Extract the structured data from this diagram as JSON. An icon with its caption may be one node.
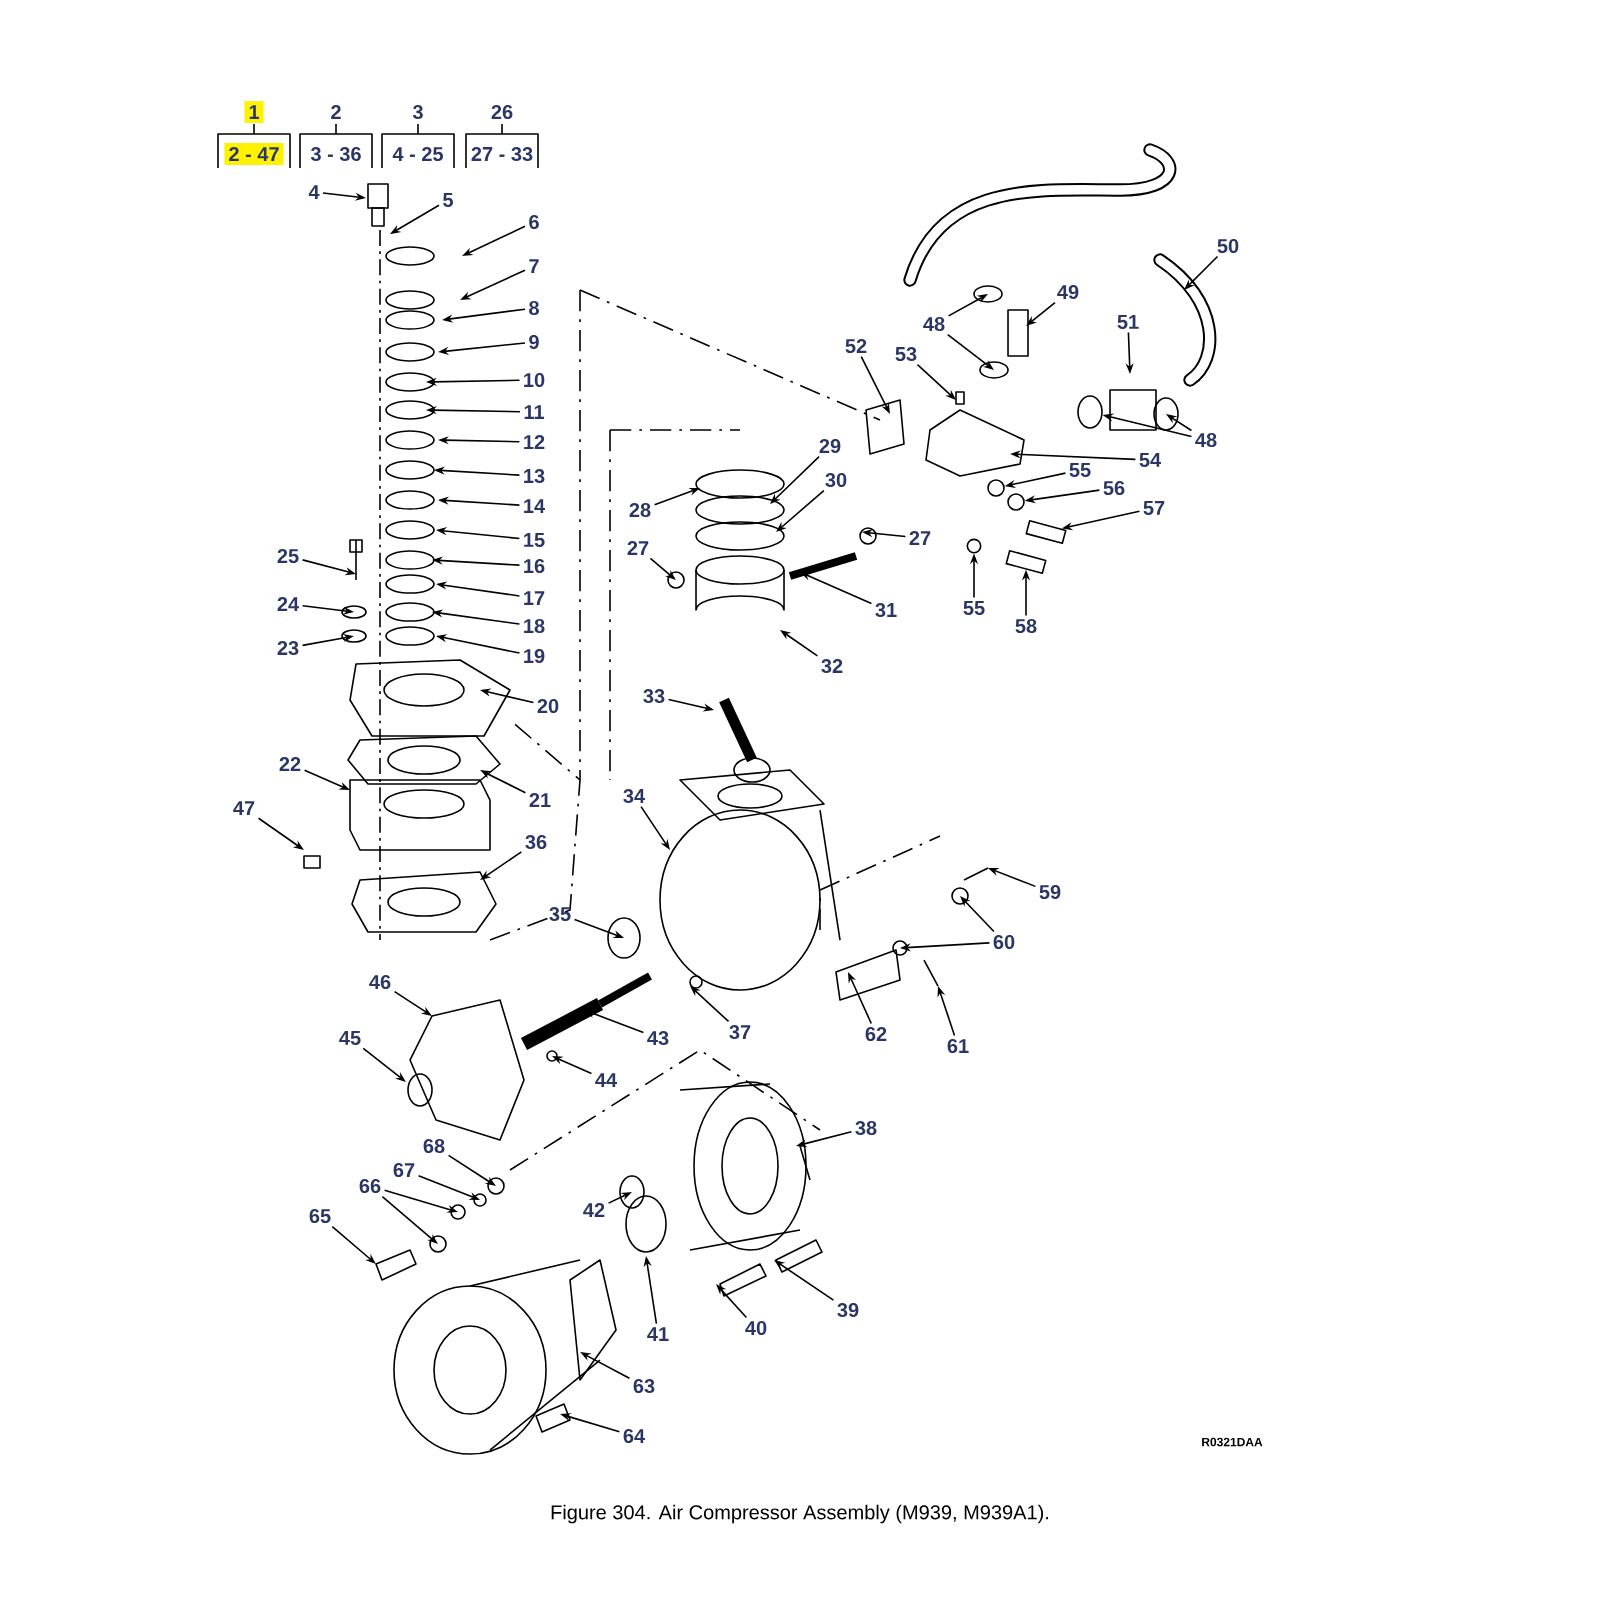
{
  "diagram": {
    "caption": "Figure 304.   Air Compressor Assembly (M939, M939A1).",
    "nodes": [
      {
        "text": [
          "4"
        ]
      },
      {
        "text": [
          "5"
        ]
      },
      {
        "text": [
          "6"
        ]
      },
      {
        "text": [
          "7"
        ]
      },
      {
        "text": [
          "8"
        ]
      },
      {
        "text": [
          "9"
        ]
      },
      {
        "text": [
          "10"
        ]
      },
      {
        "text": [
          "11"
        ]
      },
      {
        "text": [
          "12"
        ]
      },
      {
        "text": [
          "13"
        ]
      },
      {
        "text": [
          "14"
        ]
      },
      {
        "text": [
          "15"
        ]
      },
      {
        "text": [
          "16"
        ]
      },
      {
        "text": [
          "17"
        ]
      },
      {
        "text": [
          "18"
        ]
      },
      {
        "text": [
          "19"
        ]
      },
      {
        "text": [
          "25"
        ]
      },
      {
        "text": [
          "24"
        ]
      },
      {
        "text": [
          "23"
        ]
      },
      {
        "text": [
          "20"
        ]
      },
      {
        "text": [
          "22"
        ]
      },
      {
        "text": [
          "21"
        ]
      },
      {
        "text": [
          "47"
        ]
      },
      {
        "text": [
          "36"
        ]
      },
      {
        "text": [
          "48"
        ]
      },
      {
        "text": [
          "49"
        ]
      },
      {
        "text": [
          "50"
        ]
      },
      {
        "text": [
          "52"
        ]
      },
      {
        "text": [
          "53"
        ]
      },
      {
        "text": [
          "51"
        ]
      },
      {
        "text": [
          "48"
        ]
      },
      {
        "text": [
          "29"
        ]
      },
      {
        "text": [
          "30"
        ]
      },
      {
        "text": [
          "28"
        ]
      },
      {
        "text": [
          "54"
        ]
      },
      {
        "text": [
          "55"
        ]
      },
      {
        "text": [
          "56"
        ]
      },
      {
        "text": [
          "27"
        ]
      },
      {
        "text": [
          "27"
        ]
      },
      {
        "text": [
          "57"
        ]
      },
      {
        "text": [
          "55"
        ]
      },
      {
        "text": [
          "58"
        ]
      },
      {
        "text": [
          "31"
        ]
      },
      {
        "text": [
          "32"
        ]
      },
      {
        "text": [
          "33"
        ]
      },
      {
        "text": [
          "34"
        ]
      },
      {
        "text": [
          "59"
        ]
      },
      {
        "text": [
          "35"
        ]
      },
      {
        "text": [
          "60"
        ]
      },
      {
        "text": [
          "62"
        ]
      },
      {
        "text": [
          "61"
        ]
      },
      {
        "text": [
          "43"
        ]
      },
      {
        "text": [
          "46"
        ]
      },
      {
        "text": [
          "37"
        ]
      },
      {
        "text": [
          "45"
        ]
      },
      {
        "text": [
          "44"
        ]
      },
      {
        "text": [
          "38"
        ]
      },
      {
        "text": [
          "68"
        ]
      },
      {
        "text": [
          "67"
        ]
      },
      {
        "text": [
          "66"
        ]
      },
      {
        "text": [
          "42"
        ]
      },
      {
        "text": [
          "65"
        ]
      },
      {
        "text": [
          "40"
        ]
      },
      {
        "text": [
          "39"
        ]
      },
      {
        "text": [
          "41"
        ]
      },
      {
        "text": [
          "63"
        ]
      },
      {
        "text": [
          "64"
        ]
      },
      {
        "text": [],
        "shape": "circle"
      },
      {
        "text": [],
        "shape": "box"
      },
      {
        "text": [],
        "shape": "circle"
      },
      {
        "text": [],
        "shape": "box"
      },
      {
        "text": [],
        "shape": "circle"
      },
      {
        "text": [],
        "shape": "circle"
      }
    ],
    "edges": [
      {
        "from": 0,
        "to": null,
        "arrow": "to"
      },
      {
        "from": 1,
        "to": null,
        "arrow": "to"
      },
      {
        "from": 2,
        "to": null,
        "arrow": "to"
      },
      {
        "from": 3,
        "to": null,
        "arrow": "to"
      },
      {
        "from": 4,
        "to": null,
        "arrow": "to"
      },
      {
        "from": 5,
        "to": null,
        "arrow": "to"
      },
      {
        "from": 6,
        "to": null,
        "arrow": "to"
      },
      {
        "from": 7,
        "to": null,
        "arrow": "to"
      },
      {
        "from": 8,
        "to": null,
        "arrow": "to"
      },
      {
        "from": 9,
        "to": null,
        "arrow": "to"
      },
      {
        "from": 10,
        "to": null,
        "arrow": "to"
      },
      {
        "from": 11,
        "to": null,
        "arrow": "to"
      },
      {
        "from": 12,
        "to": null,
        "arrow": "to"
      },
      {
        "from": 13,
        "to": null,
        "arrow": "to"
      },
      {
        "from": 14,
        "to": null,
        "arrow": "to"
      },
      {
        "from": 15,
        "to": null,
        "arrow": "to"
      },
      {
        "from": 16,
        "to": null,
        "arrow": "to"
      },
      {
        "from": 17,
        "to": null,
        "arrow": "to"
      },
      {
        "from": 18,
        "to": null,
        "arrow": "to"
      },
      {
        "from": 19,
        "to": null,
        "arrow": "to"
      },
      {
        "from": 20,
        "to": null,
        "arrow": "to"
      },
      {
        "from": 21,
        "to": null,
        "arrow": "to"
      },
      {
        "from": 22,
        "to": null,
        "arrow": "to"
      },
      {
        "from": 23,
        "to": null,
        "arrow": "to"
      },
      {
        "from": 24,
        "to": null,
        "arrow": "to"
      },
      {
        "from": 24,
        "to": null,
        "arrow": "to"
      },
      {
        "from": 25,
        "to": null,
        "arrow": "to"
      },
      {
        "from": 26,
        "to": null,
        "arrow": "to"
      },
      {
        "from": 27,
        "to": null,
        "arrow": "to"
      },
      {
        "from": 28,
        "to": null,
        "arrow": "to"
      },
      {
        "from": 29,
        "to": null,
        "arrow": "to"
      },
      {
        "from": 30,
        "to": 67,
        "arrow": "to"
      },
      {
        "from": 30,
        "to": null,
        "arrow": "to"
      },
      {
        "from": 31,
        "to": null,
        "arrow": "to"
      },
      {
        "from": 32,
        "to": null,
        "arrow": "to"
      },
      {
        "from": 33,
        "to": null,
        "arrow": "to"
      },
      {
        "from": 34,
        "to": null,
        "arrow": "to"
      },
      {
        "from": 35,
        "to": 71,
        "arrow": "to"
      },
      {
        "from": 36,
        "to": 72,
        "arrow": "to"
      },
      {
        "from": 37,
        "to": null,
        "arrow": "to"
      },
      {
        "from": 38,
        "to": null,
        "arrow": "to"
      },
      {
        "from": 39,
        "to": 68,
        "arrow": "to"
      },
      {
        "from": 40,
        "to": 69,
        "arrow": "to"
      },
      {
        "from": 41,
        "to": 70,
        "arrow": "to"
      },
      {
        "from": 42,
        "to": null,
        "arrow": "to"
      },
      {
        "from": 43,
        "to": null,
        "arrow": "to"
      },
      {
        "from": 44,
        "to": null,
        "arrow": "to"
      },
      {
        "from": 45,
        "to": null,
        "arrow": "to"
      },
      {
        "from": 46,
        "to": null,
        "arrow": "to"
      },
      {
        "from": 47,
        "to": null,
        "arrow": "to"
      },
      {
        "from": 48,
        "to": null,
        "arrow": "to"
      },
      {
        "from": 48,
        "to": null,
        "arrow": "to"
      },
      {
        "from": 49,
        "to": null,
        "arrow": "to"
      },
      {
        "from": 50,
        "to": null,
        "arrow": "to"
      },
      {
        "from": 51,
        "to": null,
        "arrow": "to"
      },
      {
        "from": 52,
        "to": null,
        "arrow": "to"
      },
      {
        "from": 53,
        "to": null,
        "arrow": "to"
      },
      {
        "from": 54,
        "to": null,
        "arrow": "to"
      },
      {
        "from": 55,
        "to": null,
        "arrow": "to"
      },
      {
        "from": 56,
        "to": null,
        "arrow": "to"
      },
      {
        "from": 57,
        "to": null,
        "arrow": "to"
      },
      {
        "from": 58,
        "to": null,
        "arrow": "to"
      },
      {
        "from": 59,
        "to": null,
        "arrow": "to"
      },
      {
        "from": 59,
        "to": null,
        "arrow": "to"
      },
      {
        "from": 60,
        "to": null,
        "arrow": "to"
      },
      {
        "from": 61,
        "to": null,
        "arrow": "to"
      },
      {
        "from": 62,
        "to": null,
        "arrow": "to"
      },
      {
        "from": 63,
        "to": null,
        "arrow": "to"
      },
      {
        "from": 64,
        "to": null,
        "arrow": "to"
      },
      {
        "from": 65,
        "to": null,
        "arrow": "to"
      },
      {
        "from": 66,
        "to": null,
        "arrow": "to"
      }
    ],
    "labels": [
      "1",
      "2",
      "3",
      "26",
      "2 - 47",
      "3 - 36",
      "4 - 25",
      "27 - 33",
      "R0321DAA"
    ]
  }
}
